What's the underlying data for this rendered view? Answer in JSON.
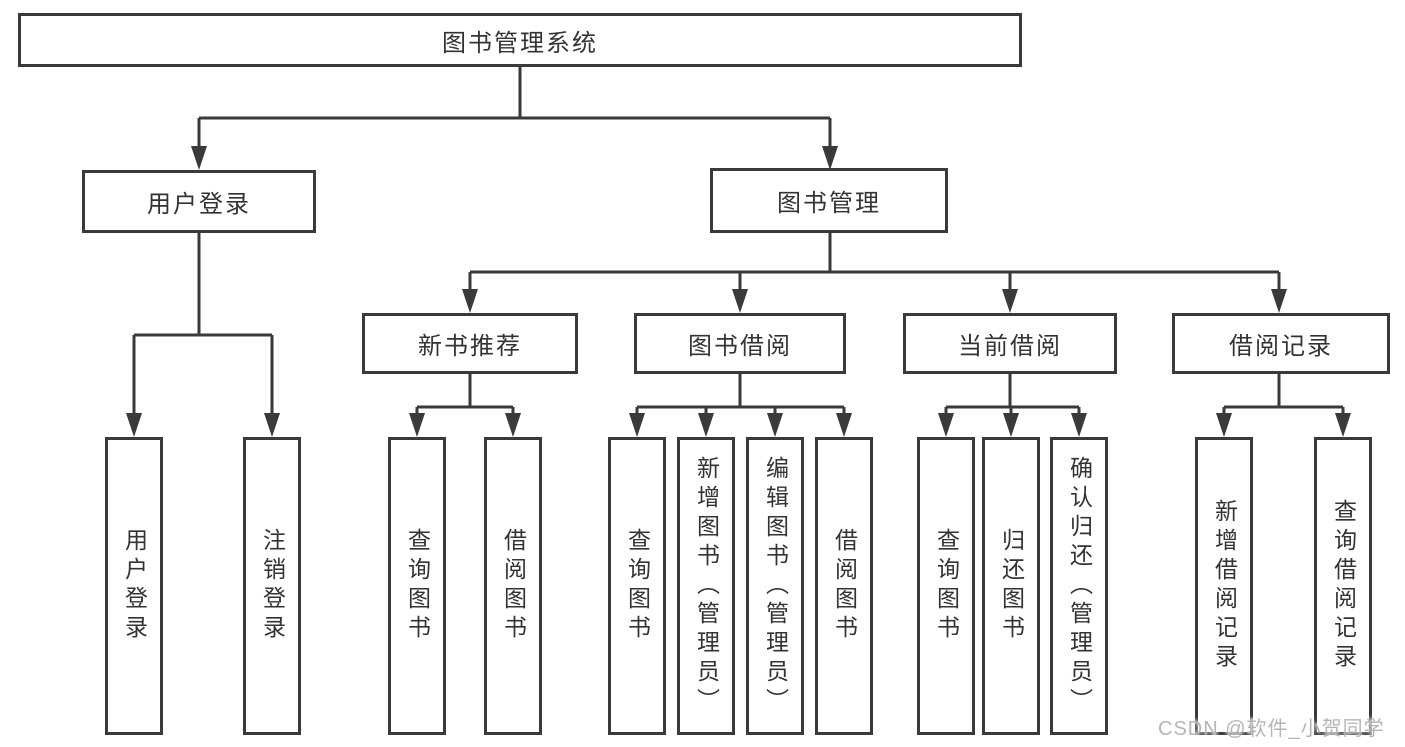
{
  "diagram": {
    "title": "图书管理系统",
    "root": {
      "label": "图书管理系统"
    },
    "level2": [
      {
        "label": "用户登录"
      },
      {
        "label": "图书管理"
      }
    ],
    "level3": [
      {
        "label": "新书推荐",
        "parent": "图书管理"
      },
      {
        "label": "图书借阅",
        "parent": "图书管理"
      },
      {
        "label": "当前借阅",
        "parent": "图书管理"
      },
      {
        "label": "借阅记录",
        "parent": "图书管理"
      }
    ],
    "leaves": [
      {
        "label": "用户登录",
        "parent": "用户登录"
      },
      {
        "label": "注销登录",
        "parent": "用户登录"
      },
      {
        "label": "查询图书",
        "parent": "新书推荐"
      },
      {
        "label": "借阅图书",
        "parent": "新书推荐"
      },
      {
        "label": "查询图书",
        "parent": "图书借阅"
      },
      {
        "label": "新增图书（管理员）",
        "parent": "图书借阅"
      },
      {
        "label": "编辑图书（管理员）",
        "parent": "图书借阅"
      },
      {
        "label": "借阅图书",
        "parent": "图书借阅"
      },
      {
        "label": "查询图书",
        "parent": "当前借阅"
      },
      {
        "label": "归还图书",
        "parent": "当前借阅"
      },
      {
        "label": "确认归还（管理员）",
        "parent": "当前借阅"
      },
      {
        "label": "新增借阅记录",
        "parent": "借阅记录"
      },
      {
        "label": "查询借阅记录",
        "parent": "借阅记录"
      }
    ]
  },
  "watermark": {
    "text": "CSDN @软件_小贺同学"
  },
  "colors": {
    "line": "#3a3a3a",
    "text": "#333333",
    "watermark": "#b5b5b5",
    "background": "#ffffff"
  }
}
